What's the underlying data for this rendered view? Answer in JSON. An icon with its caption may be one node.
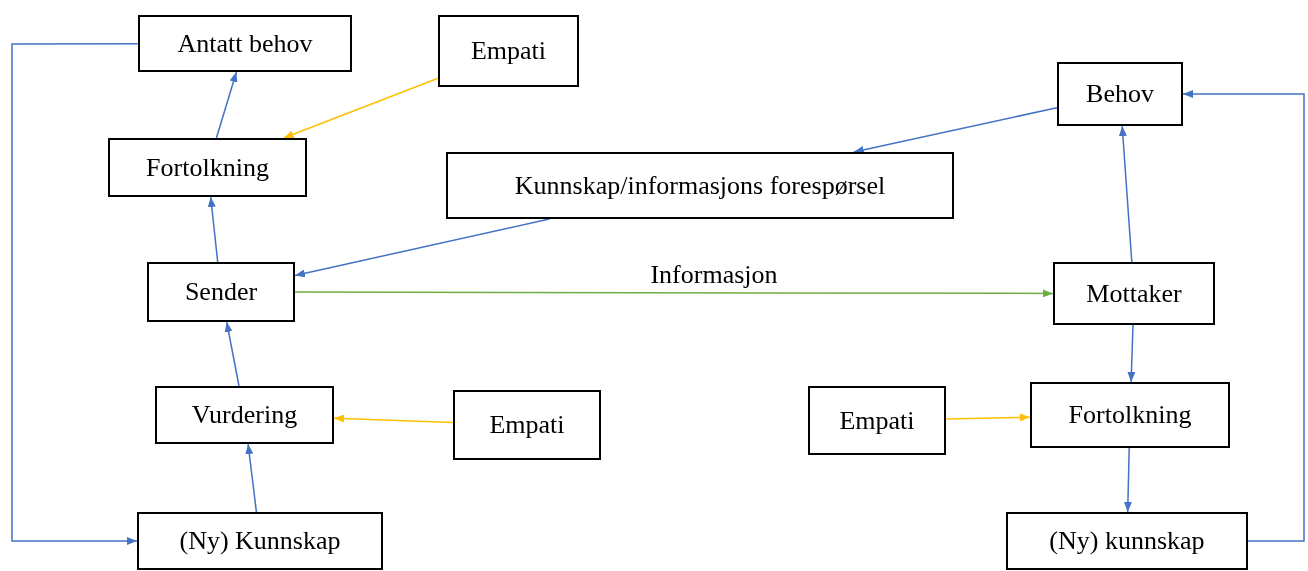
{
  "diagram": {
    "nodes": [
      {
        "text": [
          "Antatt behov"
        ]
      },
      {
        "text": [
          "Empati"
        ]
      },
      {
        "text": [
          "Fortolkning"
        ]
      },
      {
        "text": [
          "Kunnskap/informasjons forespørsel"
        ]
      },
      {
        "text": [
          "Sender"
        ]
      },
      {
        "text": [
          "Behov"
        ]
      },
      {
        "text": [
          "Mottaker"
        ]
      },
      {
        "text": [
          "Vurdering"
        ]
      },
      {
        "text": [
          "Empati"
        ]
      },
      {
        "text": [
          "Empati"
        ]
      },
      {
        "text": [
          "Fortolkning"
        ]
      },
      {
        "text": [
          "(Ny) Kunnskap"
        ]
      },
      {
        "text": [
          "(Ny) kunnskap"
        ]
      }
    ],
    "edges": [
      {
        "from": 2,
        "to": 0,
        "arrow": "to"
      },
      {
        "from": 1,
        "to": 2,
        "arrow": "to",
        "color": "#ffc000"
      },
      {
        "from": 4,
        "to": 2,
        "arrow": "to"
      },
      {
        "from": 3,
        "to": 4,
        "arrow": "to"
      },
      {
        "from": 7,
        "to": 4,
        "arrow": "to"
      },
      {
        "from": 8,
        "to": 7,
        "arrow": "to",
        "color": "#ffc000"
      },
      {
        "from": 11,
        "to": 7,
        "arrow": "to"
      },
      {
        "from": 4,
        "to": 6,
        "arrow": "to",
        "label": "Informasjon",
        "color": "#70ad47"
      },
      {
        "from": 6,
        "to": 5,
        "arrow": "to"
      },
      {
        "from": 5,
        "to": 3,
        "arrow": "to"
      },
      {
        "from": 6,
        "to": 10,
        "arrow": "to"
      },
      {
        "from": 9,
        "to": 10,
        "arrow": "to",
        "color": "#ffc000"
      },
      {
        "from": 10,
        "to": 12,
        "arrow": "to"
      },
      {
        "from": 12,
        "to": 5,
        "arrow": "to"
      },
      {
        "from": 0,
        "to": 11,
        "arrow": "to"
      }
    ]
  }
}
